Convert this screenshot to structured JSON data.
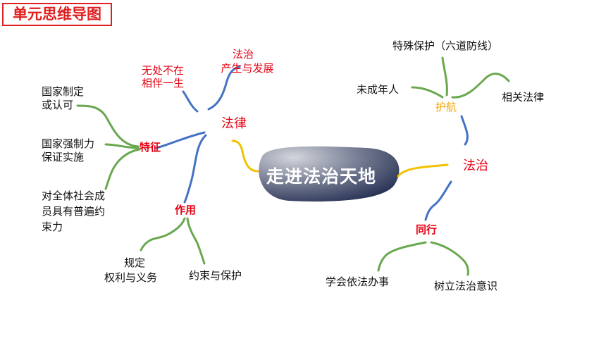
{
  "title": "单元思维导图",
  "center": "走进法治天地",
  "left": {
    "law": "法律",
    "origin": [
      "法治",
      "产生与发展"
    ],
    "everywhere": [
      "无处不在",
      "相伴一生"
    ],
    "features": {
      "label": "特征",
      "items": [
        [
          "国家制定",
          "或认可"
        ],
        [
          "国家强制力",
          "保证实施"
        ],
        [
          "对全体社会成",
          "员具有普遍约",
          "束力"
        ]
      ]
    },
    "functions": {
      "label": "作用",
      "items": [
        [
          "规定",
          "权利与义务"
        ],
        [
          "约束与保护"
        ]
      ]
    }
  },
  "right": {
    "rule_of_law": "法治",
    "protect": {
      "label": "护航",
      "items": [
        "特殊保护（六道防线）",
        "未成年人",
        "相关法律"
      ]
    },
    "together": {
      "label": "同行",
      "items": [
        "学会依法办事",
        "树立法治意识"
      ]
    }
  },
  "colors": {
    "green": "#6aa84f",
    "blue": "#4472c4",
    "yellow": "#f2c200",
    "red": "#e60012",
    "center_dark": "#2e3a5e",
    "center_light": "#c9ccd3"
  }
}
